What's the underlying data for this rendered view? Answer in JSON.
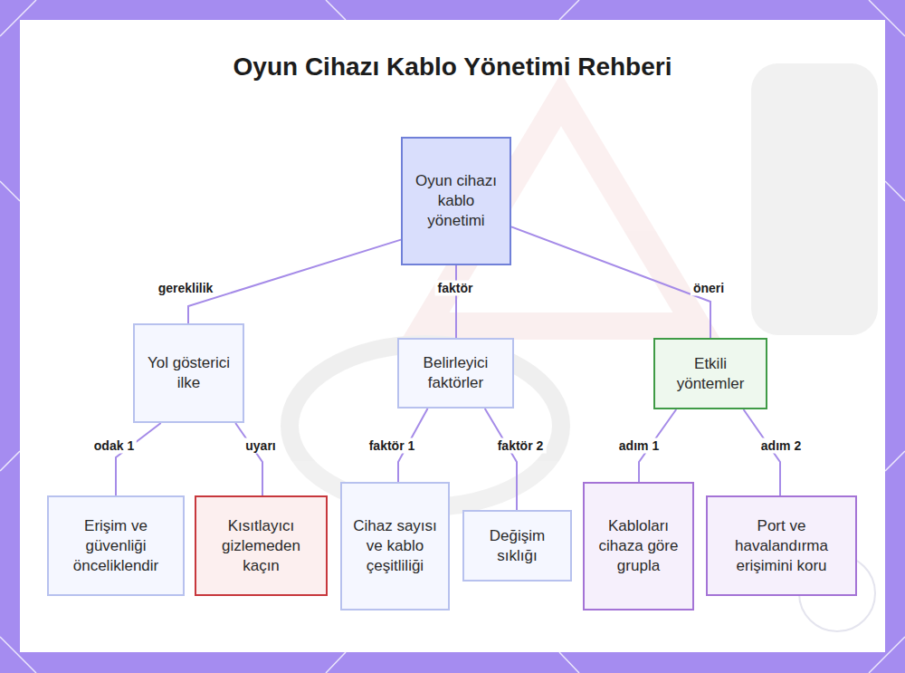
{
  "diagram": {
    "title": "Oyun Cihazı Kablo Yönetimi Rehberi",
    "nodes": [
      {
        "text": [
          "Oyun cihazı kablo yönetimi"
        ]
      },
      {
        "text": [
          "Yol gösterici ilke"
        ]
      },
      {
        "text": [
          "Belirleyici faktörler"
        ]
      },
      {
        "text": [
          "Etkili yöntemler"
        ]
      },
      {
        "text": [
          "Erişim ve güvenliği önceliklendir"
        ]
      },
      {
        "text": [
          "Kısıtlayıcı gizlemeden kaçın"
        ]
      },
      {
        "text": [
          "Cihaz sayısı ve kablo çeşitliliği"
        ]
      },
      {
        "text": [
          "Değişim sıklığı"
        ]
      },
      {
        "text": [
          "Kabloları cihaza göre grupla"
        ]
      },
      {
        "text": [
          "Port ve havalandırma erişimini koru"
        ]
      }
    ],
    "edges": [
      {
        "from": 0,
        "to": 1,
        "label": "gereklilik",
        "arrow": "none"
      },
      {
        "from": 0,
        "to": 2,
        "label": "faktör",
        "arrow": "none"
      },
      {
        "from": 0,
        "to": 3,
        "label": "öneri",
        "arrow": "none"
      },
      {
        "from": 1,
        "to": 4,
        "label": "odak 1",
        "arrow": "none"
      },
      {
        "from": 1,
        "to": 5,
        "label": "uyarı",
        "arrow": "none"
      },
      {
        "from": 2,
        "to": 6,
        "label": "faktör 1",
        "arrow": "none"
      },
      {
        "from": 2,
        "to": 7,
        "label": "faktör 2",
        "arrow": "none"
      },
      {
        "from": 3,
        "to": 8,
        "label": "adım 1",
        "arrow": "none"
      },
      {
        "from": 3,
        "to": 9,
        "label": "adım 2",
        "arrow": "none"
      }
    ]
  }
}
